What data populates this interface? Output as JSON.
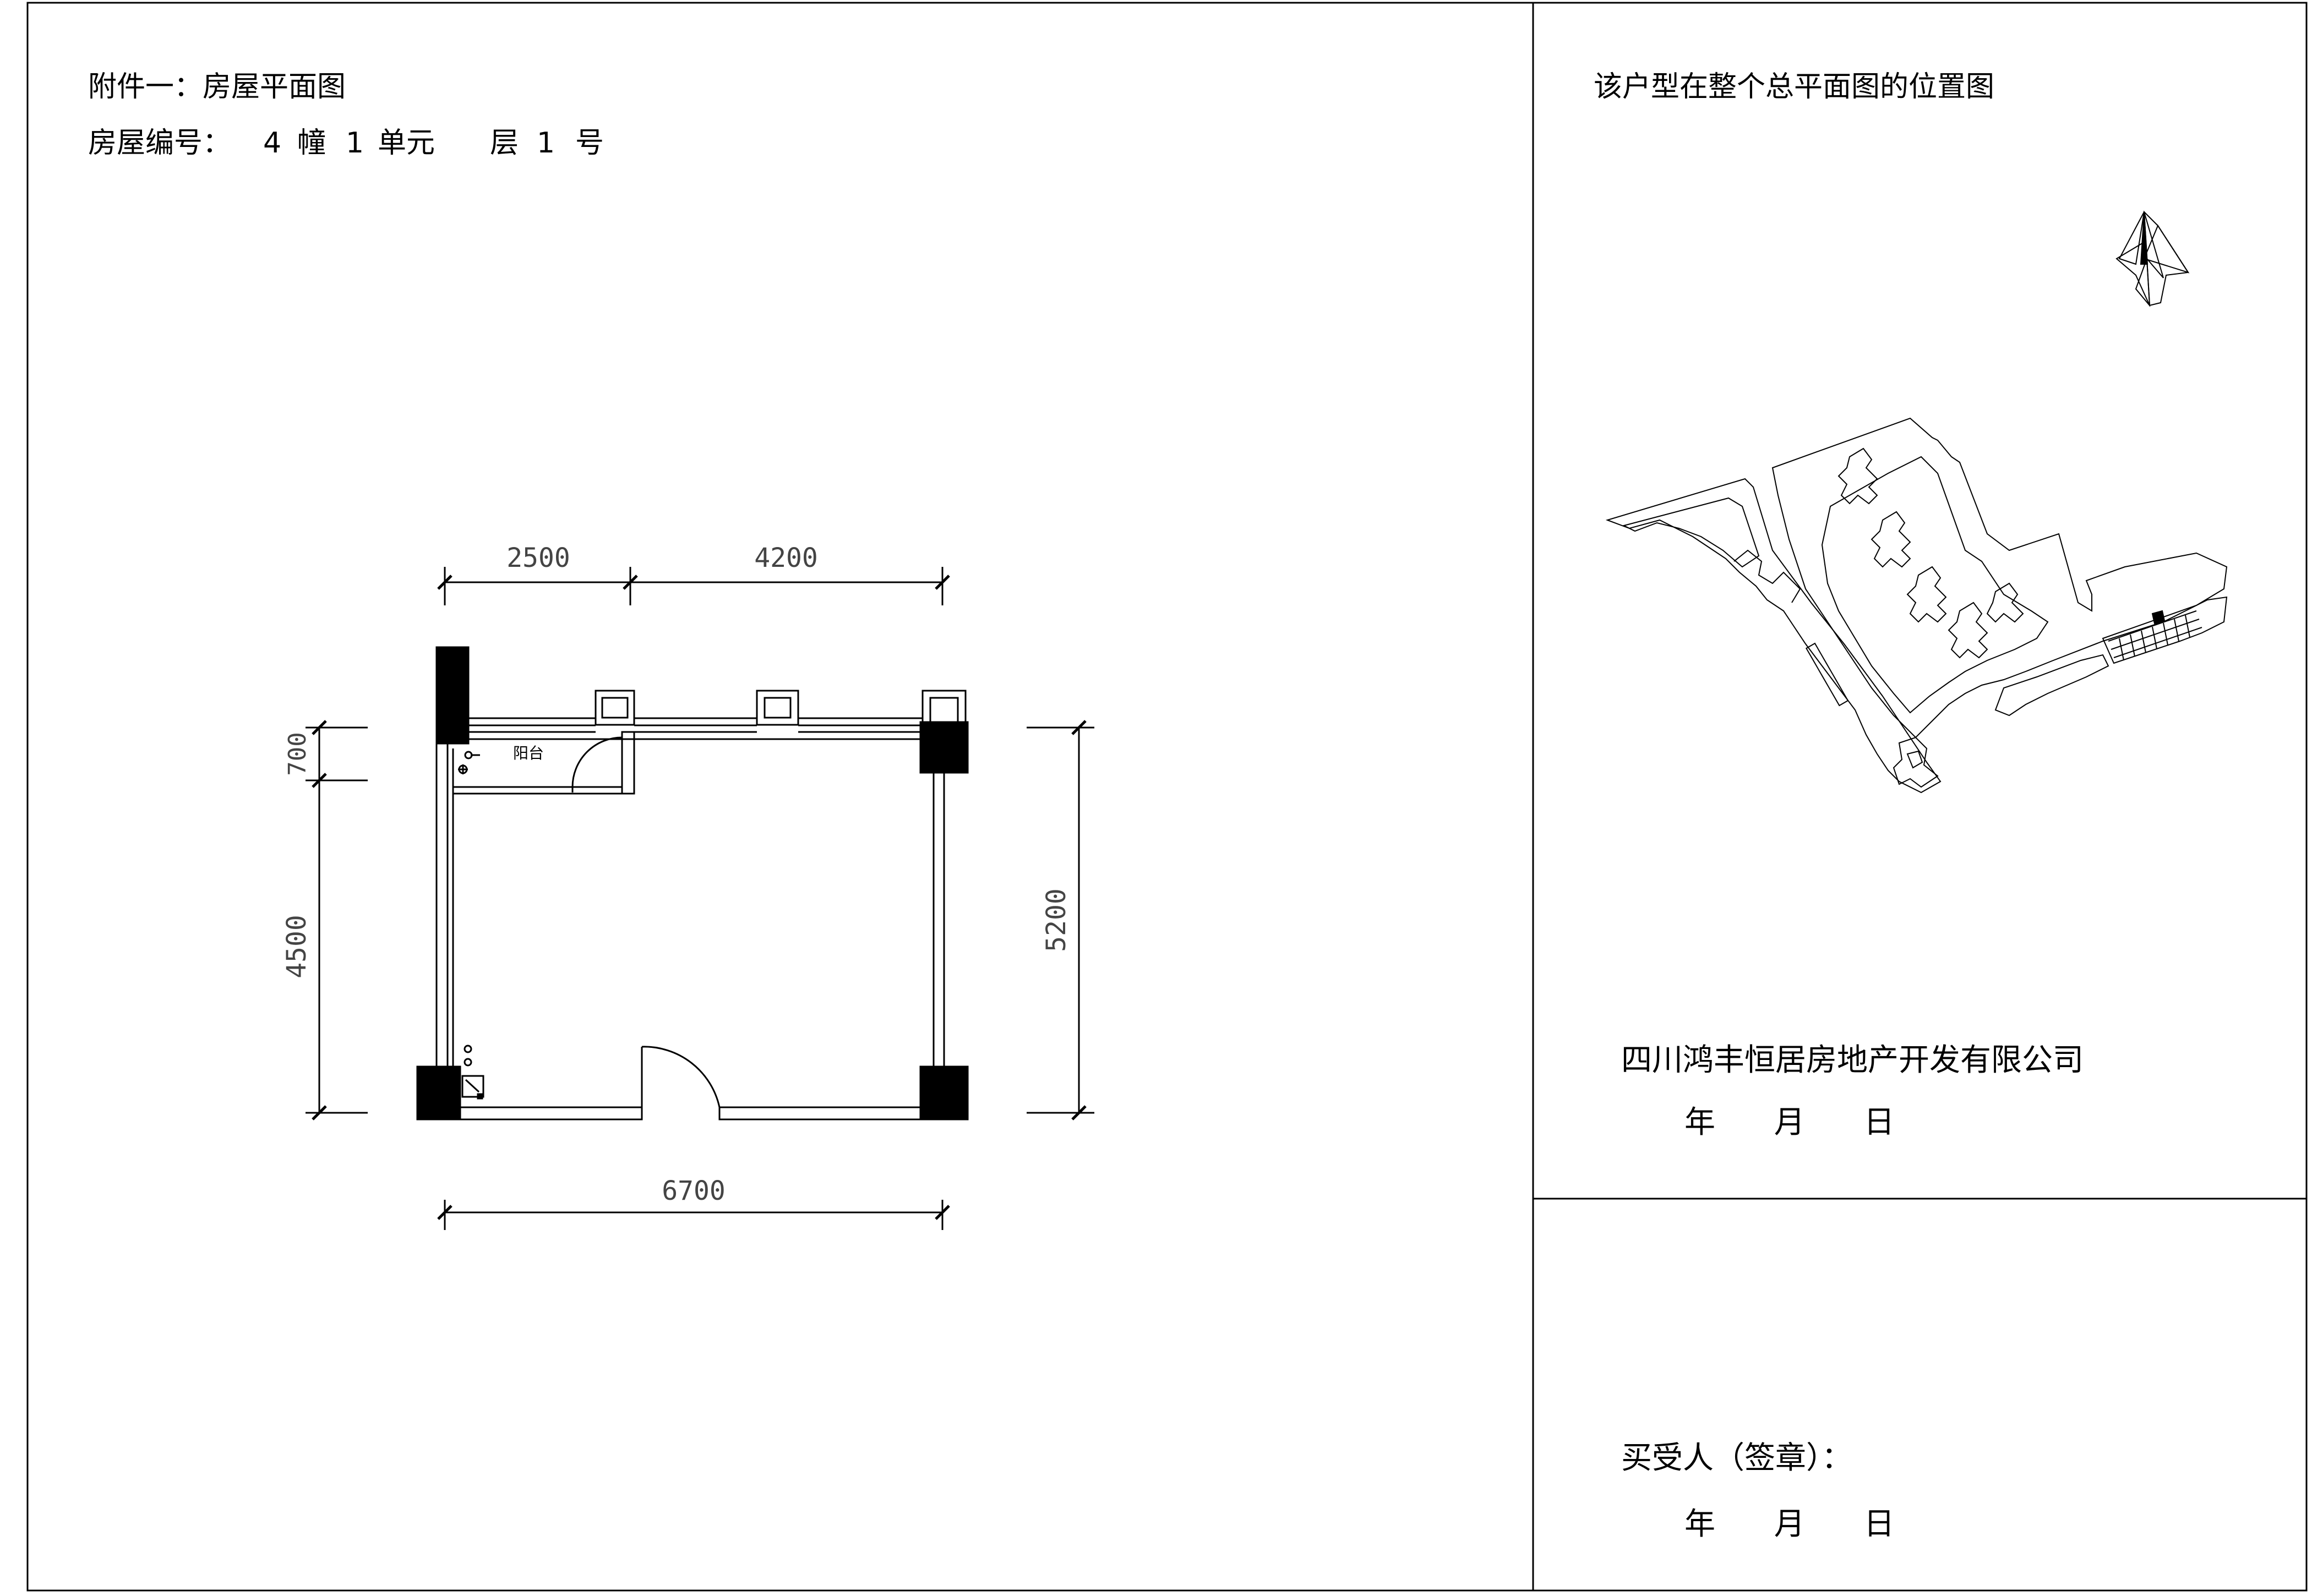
{
  "left_panel": {
    "title": "附件一：房屋平面图",
    "house_no_label": "房屋编号：",
    "building_no": "4",
    "building_unit": "幢",
    "unit_no": "1",
    "unit_label": "单元",
    "floor_label": "层",
    "room_no": "1",
    "room_label": "号"
  },
  "floor_plan": {
    "room_label": "阳台",
    "dimensions": {
      "top_left": "2500",
      "top_right": "4200",
      "left_top": "700",
      "left_bottom": "4500",
      "right": "5200",
      "bottom": "6700"
    }
  },
  "right_panel": {
    "location_title": "该户型在整个总平面图的位置图",
    "company": "四川鸿丰恒居房地产开发有限公司",
    "date_line": "年      月      日",
    "buyer_label": "买受人（签章）：",
    "buyer_date_line": "年      月      日"
  }
}
